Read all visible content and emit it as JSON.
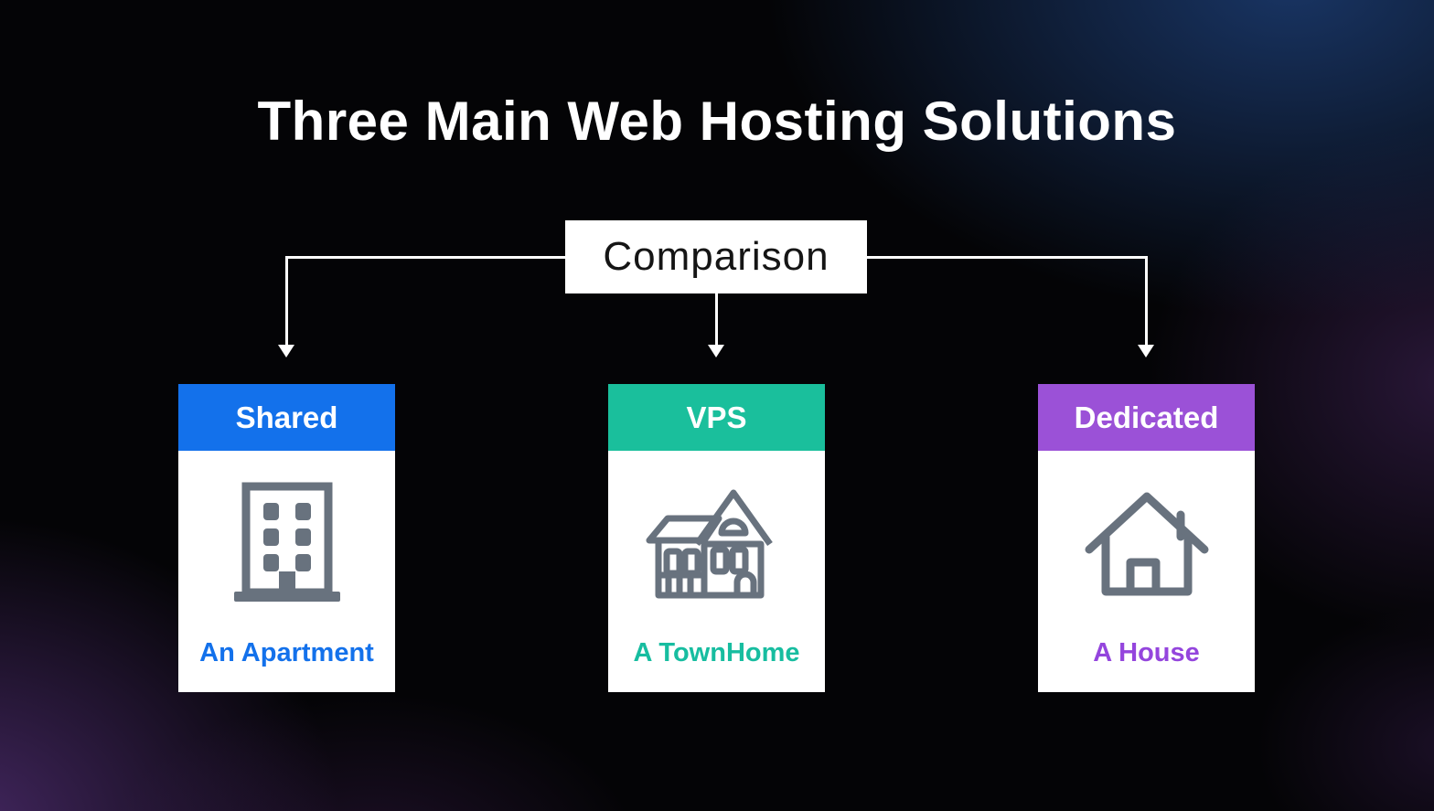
{
  "title": "Three Main Web Hosting Solutions",
  "comparison": {
    "label": "Comparison"
  },
  "cards": [
    {
      "name": "shared",
      "header": "Shared",
      "caption": "An Apartment",
      "icon": "apartment-building-icon",
      "header_color": "#1371EB",
      "caption_color": "#1371EB"
    },
    {
      "name": "vps",
      "header": "VPS",
      "caption": "A TownHome",
      "icon": "townhome-icon",
      "header_color": "#1ABF9C",
      "caption_color": "#17BDA0"
    },
    {
      "name": "dedicated",
      "header": "Dedicated",
      "caption": "A House",
      "icon": "house-icon",
      "header_color": "#9B51D7",
      "caption_color": "#9445DD"
    }
  ],
  "colors": {
    "background": "#040406",
    "glow_blue": "#1B3A6E",
    "glow_purple": "#4D2C6E",
    "card_background": "#FFFFFF",
    "icon_gray": "#68727E",
    "connector": "#FFFFFF",
    "title_text": "#FFFFFF",
    "comparison_text": "#151515"
  }
}
